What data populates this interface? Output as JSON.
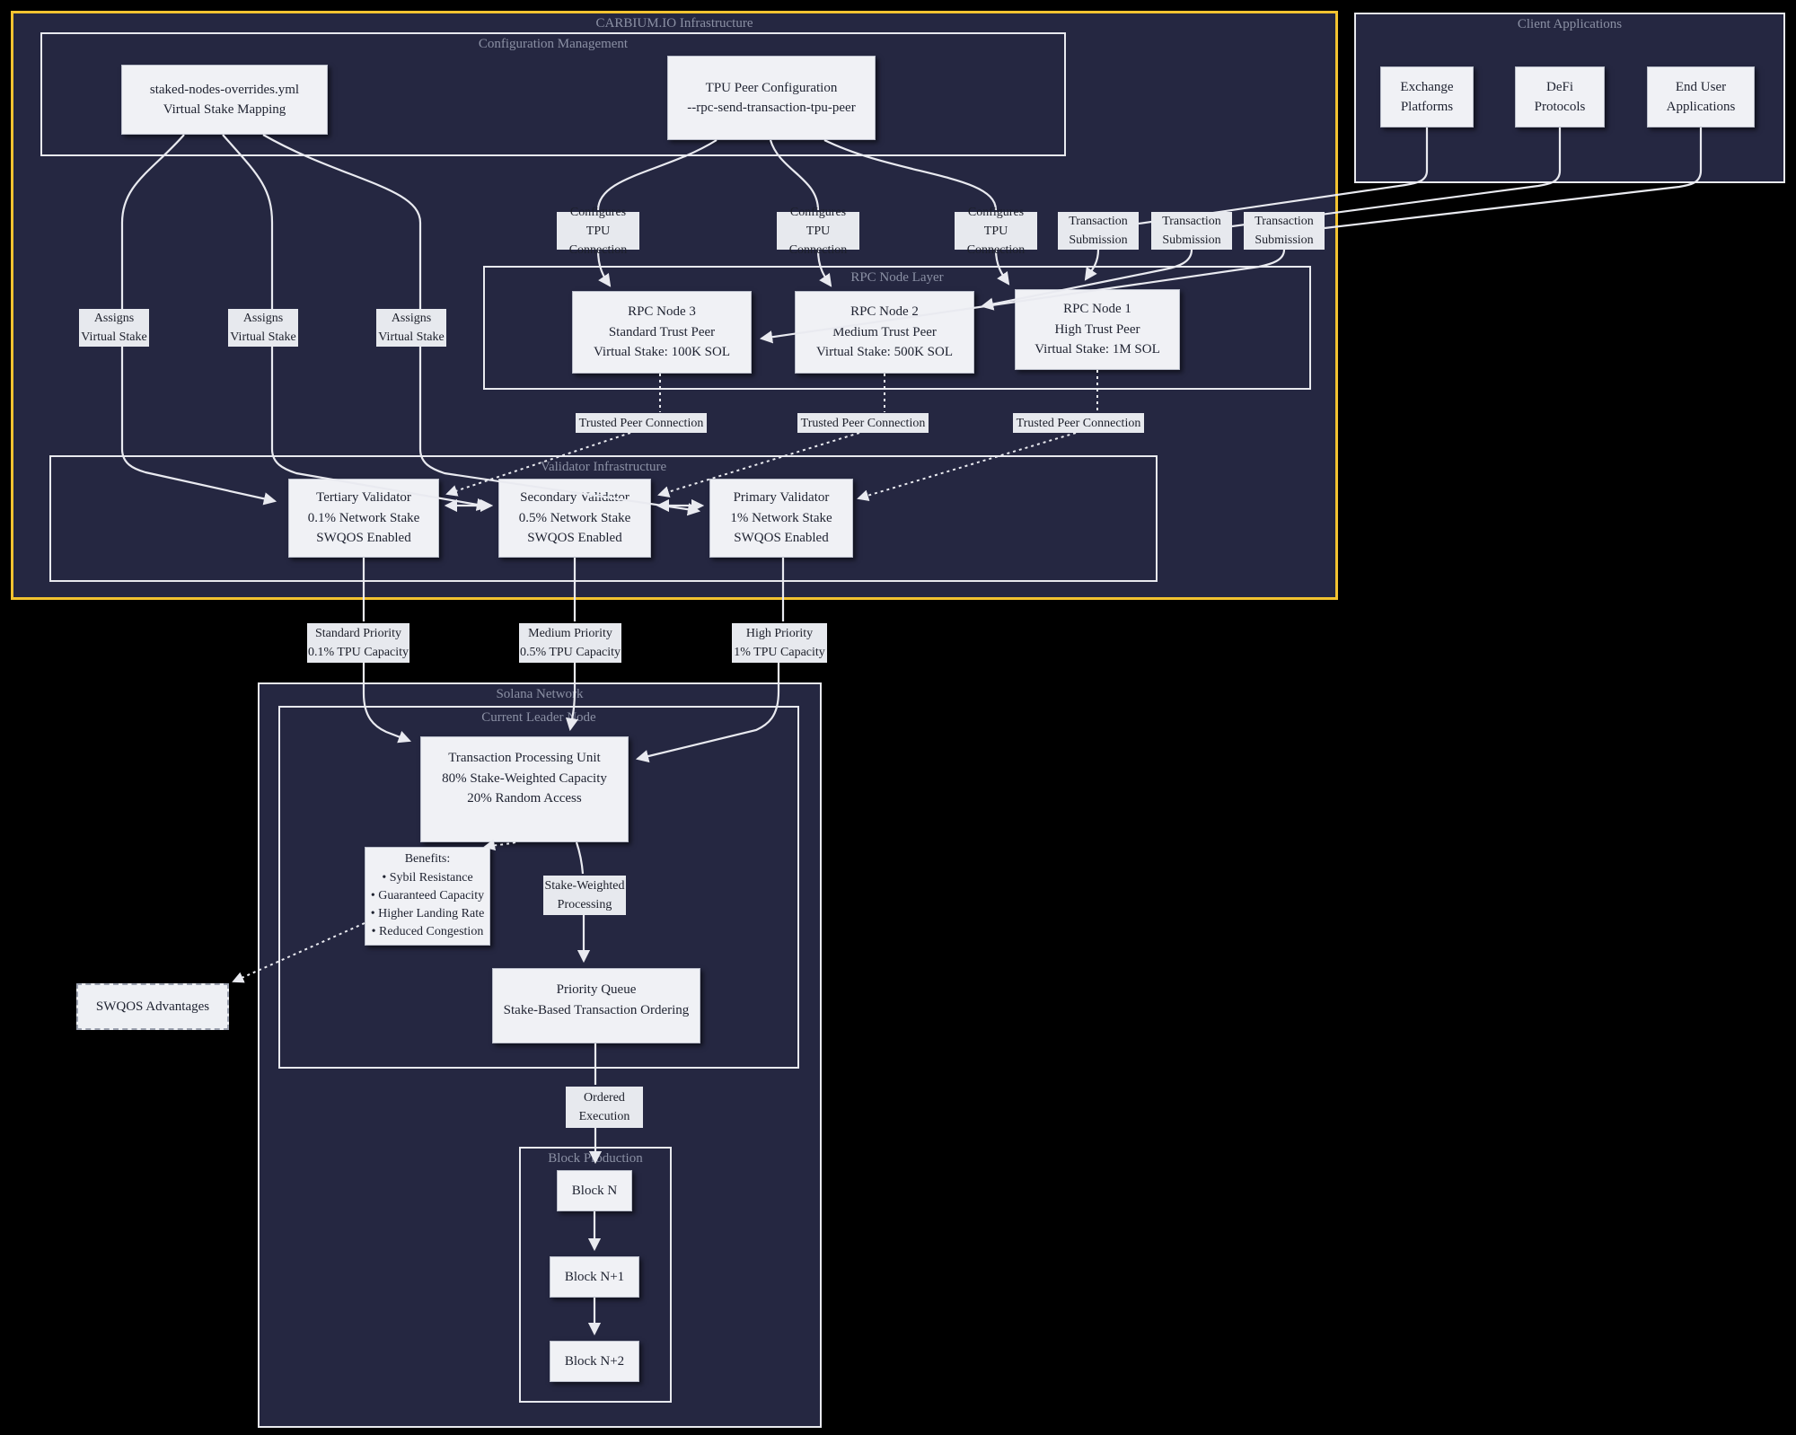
{
  "containers": {
    "carbium": "CARBIUM.IO Infrastructure",
    "config": "Configuration Management",
    "client_apps": "Client Applications",
    "rpc_layer": "RPC Node Layer",
    "validator": "Validator Infrastructure",
    "solana": "Solana Network",
    "leader": "Current Leader Node",
    "block_prod": "Block Production"
  },
  "nodes": {
    "staked": "staked-nodes-overrides.yml\nVirtual Stake Mapping",
    "tpu_config": "TPU Peer Configuration\n--rpc-send-transaction-tpu-peer",
    "exchange": "Exchange\nPlatforms",
    "defi": "DeFi\nProtocols",
    "end_user": "End User\nApplications",
    "rpc3": "RPC Node 3\nStandard Trust Peer\nVirtual Stake: 100K SOL",
    "rpc2": "RPC Node 2\nMedium Trust Peer\nVirtual Stake: 500K SOL",
    "rpc1": "RPC Node 1\nHigh Trust Peer\nVirtual Stake: 1M SOL",
    "tertiary": "Tertiary Validator\n0.1% Network Stake\nSWQOS Enabled",
    "secondary": "Secondary Validator\n0.5% Network Stake\nSWQOS Enabled",
    "primary": "Primary Validator\n1% Network Stake\nSWQOS Enabled",
    "tpu": "Transaction Processing Unit\n80% Stake-Weighted Capacity\n20% Random Access",
    "benefits": "Benefits:\n• Sybil Resistance\n• Guaranteed Capacity\n• Higher Landing Rate\n• Reduced Congestion",
    "priority_queue": "Priority Queue\nStake-Based Transaction Ordering",
    "swqos_advantages": "SWQOS Advantages",
    "block_n": "Block N",
    "block_n1": "Block N+1",
    "block_n2": "Block N+2"
  },
  "edge_labels": {
    "configures": "Configures\nTPU Connection",
    "transaction_submission": "Transaction\nSubmission",
    "assigns": "Assigns\nVirtual Stake",
    "trusted": "Trusted Peer Connection",
    "standard_priority": "Standard Priority\n0.1% TPU Capacity",
    "medium_priority": "Medium Priority\n0.5% TPU Capacity",
    "high_priority": "High Priority\n1% TPU Capacity",
    "stake_weighted": "Stake-Weighted\nProcessing",
    "ordered_execution": "Ordered\nExecution"
  },
  "colors": {
    "background": "#000000",
    "panel_fill": "#252741",
    "panel_border": "#e8e9ee",
    "accent_border": "#f2c330",
    "node_fill": "#f0f1f5",
    "node_text": "#1e2230",
    "edge": "#e9eaf0",
    "edge_label_bg": "#e7e9ee",
    "title_text": "#8b90a4"
  }
}
